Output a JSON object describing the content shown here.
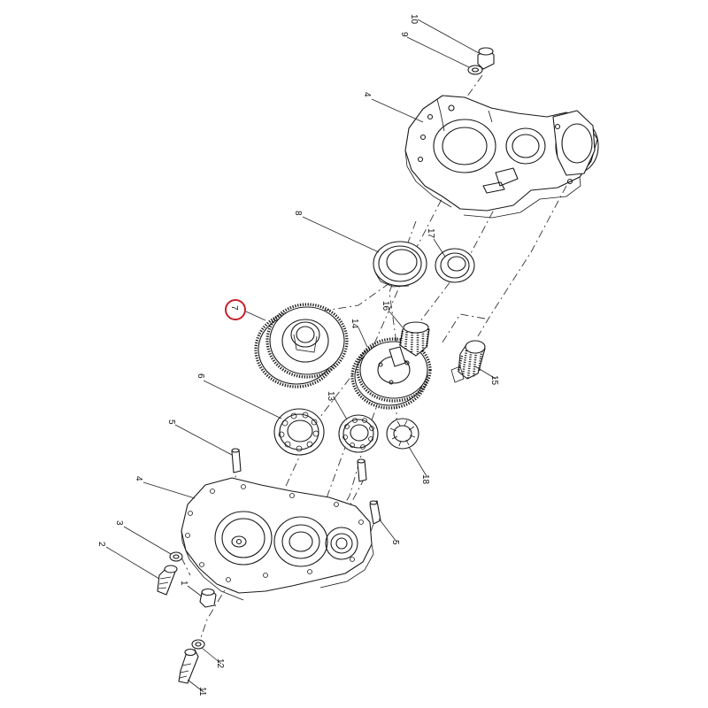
{
  "figure": {
    "callouts": [
      {
        "id": "c10",
        "label": "10"
      },
      {
        "id": "c9",
        "label": "9"
      },
      {
        "id": "c4a",
        "label": "4"
      },
      {
        "id": "c8",
        "label": "8"
      },
      {
        "id": "c17",
        "label": "17"
      },
      {
        "id": "c7",
        "label": "7",
        "highlighted": true
      },
      {
        "id": "c16",
        "label": "16"
      },
      {
        "id": "c14",
        "label": "14"
      },
      {
        "id": "c15",
        "label": "15"
      },
      {
        "id": "c6",
        "label": "6"
      },
      {
        "id": "c13",
        "label": "13"
      },
      {
        "id": "c18",
        "label": "18"
      },
      {
        "id": "c5a",
        "label": "5"
      },
      {
        "id": "c4b",
        "label": "4"
      },
      {
        "id": "c3",
        "label": "3"
      },
      {
        "id": "c2",
        "label": "2"
      },
      {
        "id": "c1",
        "label": "1"
      },
      {
        "id": "c5b",
        "label": "5"
      },
      {
        "id": "c12",
        "label": "12"
      },
      {
        "id": "c11",
        "label": "11"
      }
    ],
    "highlight_color": "#c8202a",
    "line_color": "#1a1a1a"
  }
}
